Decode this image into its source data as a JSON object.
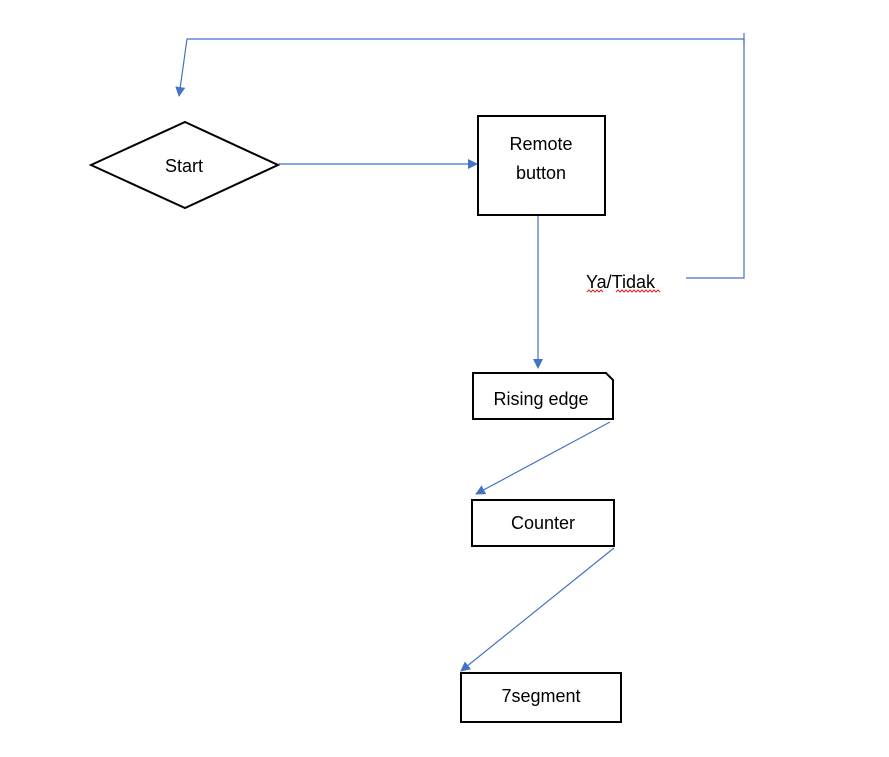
{
  "diagram": {
    "nodes": {
      "start": {
        "label": "Start"
      },
      "remote_button": {
        "label_line1": "Remote",
        "label_line2": "button"
      },
      "rising_edge": {
        "label": "Rising edge"
      },
      "counter": {
        "label": "Counter"
      },
      "seven_segment": {
        "label": "7segment"
      }
    },
    "edge_labels": {
      "loop_back": "Ya/Tidak"
    },
    "colors": {
      "connector": "#4472C4",
      "shape_stroke": "#000000",
      "spellcheck_underline": "#E02020"
    }
  }
}
